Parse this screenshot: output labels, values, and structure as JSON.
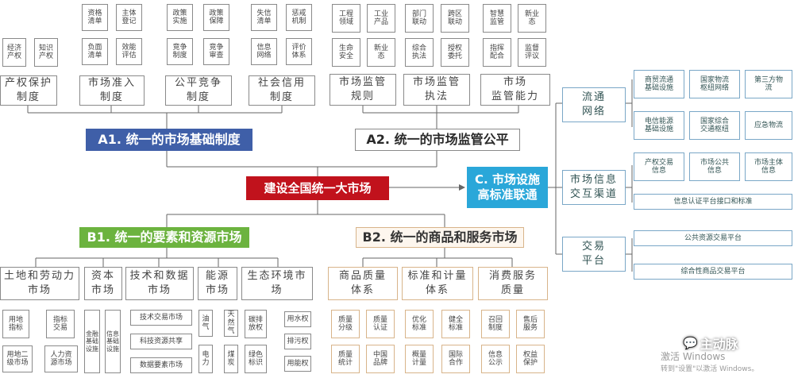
{
  "center": "建设全国统一大市场",
  "a1": {
    "title": "A1. 统一的市场基础制度",
    "groups": [
      {
        "label": "产权保护\n制度",
        "items": [
          "经济\n产权",
          "知识\n产权"
        ]
      },
      {
        "label": "市场准入\n制度",
        "items": [
          "资格\n清单",
          "主体\n登记",
          "负面\n清单",
          "效能\n评估"
        ]
      },
      {
        "label": "公平竞争\n制度",
        "items": [
          "政策\n实施",
          "政策\n保障",
          "竞争\n制度",
          "竞争\n审查"
        ]
      },
      {
        "label": "社会信用\n制度",
        "items": [
          "失信\n清单",
          "惩戒\n机制",
          "信息\n网络",
          "评价\n体系"
        ]
      }
    ]
  },
  "a2": {
    "title": "A2. 统一的市场监管公平",
    "groups": [
      {
        "label": "市场监管\n规则",
        "items": [
          "工程\n领域",
          "工业\n产品",
          "生命\n安全",
          "新业\n态"
        ]
      },
      {
        "label": "市场监管\n执法",
        "items": [
          "部门\n联动",
          "跨区\n联动",
          "综合\n执法",
          "授权\n委托"
        ]
      },
      {
        "label": "市场\n监管能力",
        "items": [
          "智慧\n监管",
          "新业\n态",
          "指挥\n配合",
          "监督\n评议"
        ]
      }
    ]
  },
  "b1": {
    "title": "B1. 统一的要素和资源市场",
    "groups": [
      {
        "label": "土地和劳动力\n市场",
        "items": [
          "用地\n指标",
          "指标\n交易",
          "用地二\n级市场",
          "人力资\n源市场"
        ]
      },
      {
        "label": "资本\n市场",
        "items": [
          "金融\n基础\n设施",
          "信息\n基础\n设施"
        ]
      },
      {
        "label": "技术和数据\n市场",
        "items": [
          "技术交易市场",
          "科技资源共享",
          "数据要素市场"
        ]
      },
      {
        "label": "能源\n市场",
        "items": [
          "油\n气",
          "天然\n气",
          "电\n力",
          "煤\n炭"
        ]
      },
      {
        "label": "生态环境市\n场",
        "items": [
          "碳排\n放权",
          "用水权",
          "排污权",
          "绿色\n标识",
          "用能权"
        ]
      }
    ]
  },
  "b2": {
    "title": "B2. 统一的商品和服务市场",
    "groups": [
      {
        "label": "商品质量\n体系",
        "items": [
          "质量\n分级",
          "质量\n认证",
          "质量\n统计",
          "中国\n品牌"
        ]
      },
      {
        "label": "标准和计量\n体系",
        "items": [
          "优化\n标准",
          "健全\n标准",
          "概量\n计量",
          "国际\n合作"
        ]
      },
      {
        "label": "消费服务\n质量",
        "items": [
          "召回\n制度",
          "售后\n服务",
          "信息\n公示",
          "权益\n保护"
        ]
      }
    ]
  },
  "c": {
    "title": "C. 市场设施\n高标准联通",
    "groups": [
      {
        "label": "流通\n网络",
        "items": [
          "商贸流通\n基础设施",
          "国家物流\n枢纽网络",
          "第三方物\n流",
          "电信能源\n基础设施",
          "国家综合\n交通枢纽",
          "应急物流"
        ]
      },
      {
        "label": "市场信息\n交互渠道",
        "items": [
          "产权交易\n信息",
          "市场公共\n信息",
          "市场主体\n信息",
          "信息认证平台接口和标准"
        ]
      },
      {
        "label": "交易\n平台",
        "items": [
          "公共资源交易平台",
          "综合性商品交易平台"
        ]
      }
    ]
  },
  "watermark": {
    "activate_line1": "激活 Windows",
    "activate_line2": "转到\"设置\"以激活 Windows。",
    "brand": "主动脉"
  }
}
